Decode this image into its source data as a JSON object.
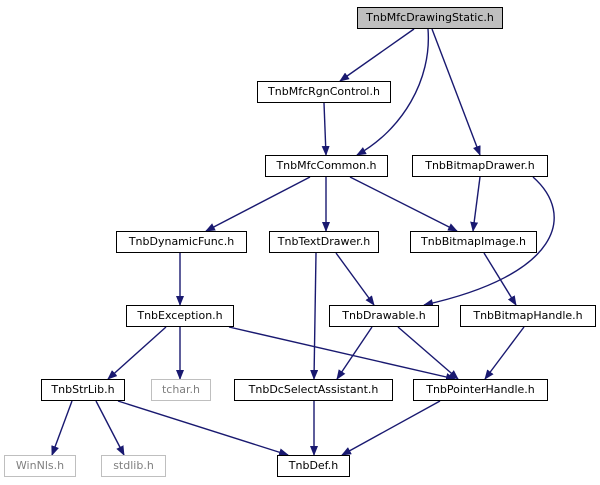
{
  "nodes": {
    "tnbmfcdrawingstatic_h": {
      "label": "TnbMfcDrawingStatic.h",
      "style": "root"
    },
    "tnbmfcrgncontrol_h": {
      "label": "TnbMfcRgnControl.h"
    },
    "tnbmfccommon_h": {
      "label": "TnbMfcCommon.h"
    },
    "tnbbitmapdrawer_h": {
      "label": "TnbBitmapDrawer.h"
    },
    "tnbdynamicfunc_h": {
      "label": "TnbDynamicFunc.h"
    },
    "tnbtextdrawer_h": {
      "label": "TnbTextDrawer.h"
    },
    "tnbbitmapimage_h": {
      "label": "TnbBitmapImage.h"
    },
    "tnbexception_h": {
      "label": "TnbException.h"
    },
    "tnbdrawable_h": {
      "label": "TnbDrawable.h"
    },
    "tnbbitmaphandle_h": {
      "label": "TnbBitmapHandle.h"
    },
    "tnbstrlib_h": {
      "label": "TnbStrLib.h"
    },
    "tchar_h": {
      "label": "tchar.h",
      "style": "external"
    },
    "tnbdcselectassistant_h": {
      "label": "TnbDcSelectAssistant.h"
    },
    "tnbpointerhandle_h": {
      "label": "TnbPointerHandle.h"
    },
    "winnls_h": {
      "label": "WinNls.h",
      "style": "external"
    },
    "stdlib_h": {
      "label": "stdlib.h",
      "style": "external"
    },
    "tnbdef_h": {
      "label": "TnbDef.h"
    }
  },
  "edges": [
    [
      "tnbmfcdrawingstatic_h",
      "tnbmfcrgncontrol_h"
    ],
    [
      "tnbmfcdrawingstatic_h",
      "tnbmfccommon_h"
    ],
    [
      "tnbmfcdrawingstatic_h",
      "tnbbitmapdrawer_h"
    ],
    [
      "tnbmfcrgncontrol_h",
      "tnbmfccommon_h"
    ],
    [
      "tnbmfccommon_h",
      "tnbdynamicfunc_h"
    ],
    [
      "tnbmfccommon_h",
      "tnbtextdrawer_h"
    ],
    [
      "tnbmfccommon_h",
      "tnbbitmapimage_h"
    ],
    [
      "tnbbitmapdrawer_h",
      "tnbbitmapimage_h"
    ],
    [
      "tnbbitmapdrawer_h",
      "tnbdrawable_h"
    ],
    [
      "tnbdynamicfunc_h",
      "tnbexception_h"
    ],
    [
      "tnbtextdrawer_h",
      "tnbdrawable_h"
    ],
    [
      "tnbtextdrawer_h",
      "tnbdcselectassistant_h"
    ],
    [
      "tnbbitmapimage_h",
      "tnbbitmaphandle_h"
    ],
    [
      "tnbexception_h",
      "tnbstrlib_h"
    ],
    [
      "tnbexception_h",
      "tchar_h"
    ],
    [
      "tnbexception_h",
      "tnbpointerhandle_h"
    ],
    [
      "tnbdrawable_h",
      "tnbdcselectassistant_h"
    ],
    [
      "tnbdrawable_h",
      "tnbpointerhandle_h"
    ],
    [
      "tnbbitmaphandle_h",
      "tnbpointerhandle_h"
    ],
    [
      "tnbstrlib_h",
      "winnls_h"
    ],
    [
      "tnbstrlib_h",
      "stdlib_h"
    ],
    [
      "tnbstrlib_h",
      "tnbdef_h"
    ],
    [
      "tnbdcselectassistant_h",
      "tnbdef_h"
    ],
    [
      "tnbpointerhandle_h",
      "tnbdef_h"
    ]
  ],
  "colors": {
    "edge": "#191970",
    "node_border": "#000000",
    "root_fill": "#bfbfbf",
    "external_border": "#bfbfbf",
    "external_text": "#7f7f7f"
  }
}
